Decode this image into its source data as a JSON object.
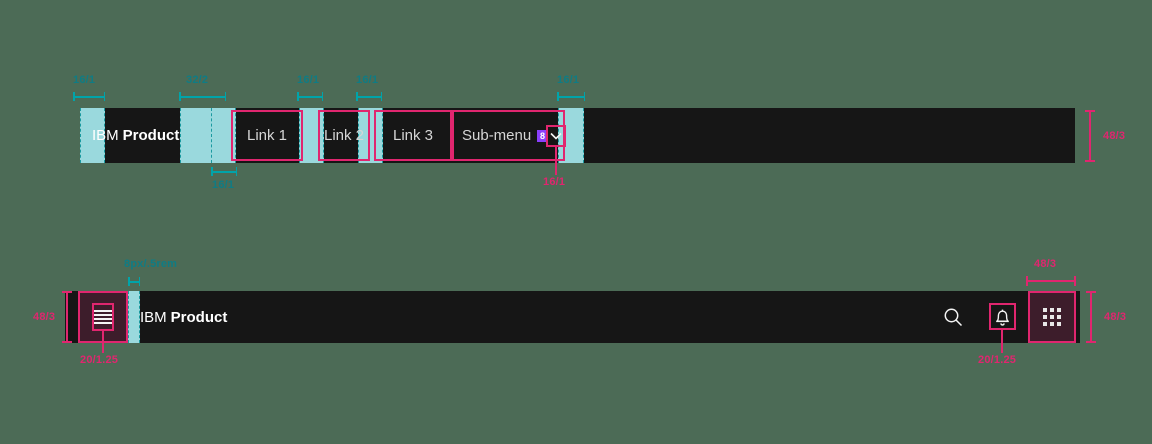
{
  "canvas": {
    "background": "#4c6b56"
  },
  "colors": {
    "bar_background": "#161616",
    "spacer_teal": "#9ad9dd",
    "annotation_teal": "#0f7c84",
    "annotation_pink": "#e0266f",
    "badge_purple": "#8a3ffc",
    "icon_box_maroon": "#3d1d2b",
    "text_light": "#d6d6d6",
    "text_white": "#ffffff"
  },
  "top_bar": {
    "brand": {
      "prefix": "IBM",
      "name": "Product"
    },
    "nav_items": [
      {
        "label": "Link 1"
      },
      {
        "label": "Link 2"
      },
      {
        "label": "Link 3"
      }
    ],
    "submenu": {
      "label": "Sub-menu",
      "badge": "8",
      "chevron_icon": "chevron-down-icon"
    },
    "annotations": {
      "leading_space": "16/1",
      "brand_trailing_space": "32/2",
      "brand_bottom_space": "16/1",
      "link1_gap": "16/1",
      "link2_gap": "16/1",
      "submenu_trailing": "16/1",
      "submenu_chevron": "16/1",
      "bar_height": "48/3"
    }
  },
  "bottom_bar": {
    "brand": {
      "prefix": "IBM",
      "name": "Product"
    },
    "menu_icon": "hamburger-menu-icon",
    "actions": [
      {
        "icon": "search-icon"
      },
      {
        "icon": "notification-bell-icon"
      },
      {
        "icon": "app-switcher-grid-icon"
      }
    ],
    "annotations": {
      "bar_height_left": "48/3",
      "menu_button_size": "20/1.25",
      "brand_leading_space": "8px/.5rem",
      "bell_icon_size": "20/1.25",
      "app_switcher_width": "48/3",
      "app_switcher_height": "48/3"
    }
  }
}
